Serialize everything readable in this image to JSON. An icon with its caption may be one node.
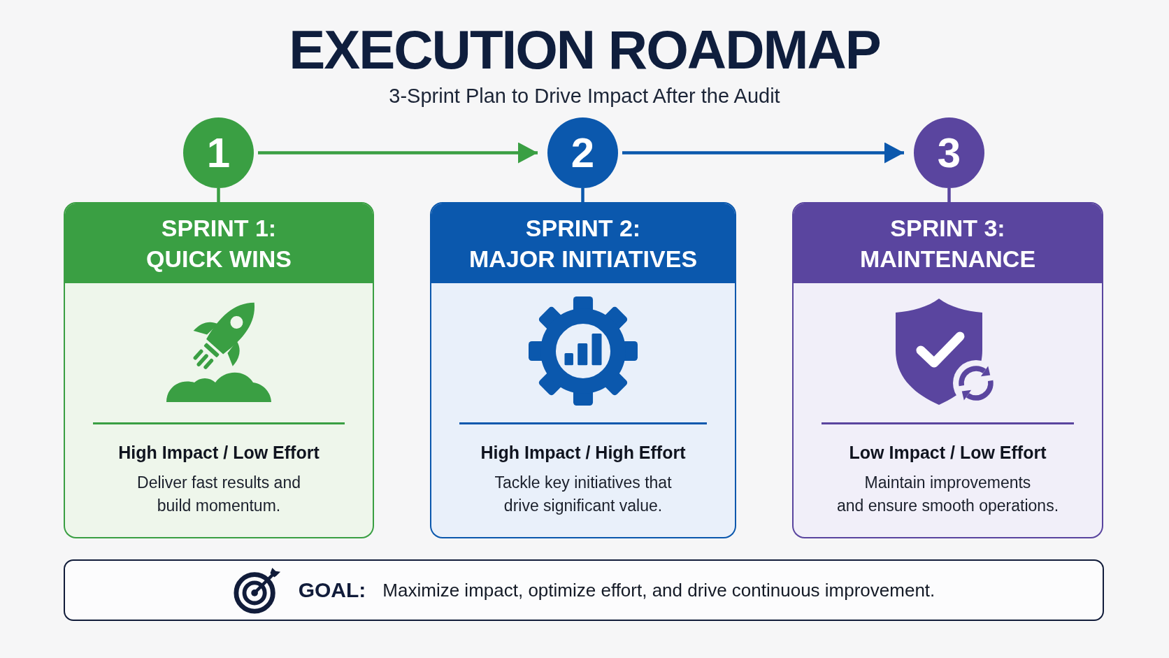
{
  "diagram": {
    "title": "EXECUTION ROADMAP",
    "nodes": [
      {
        "text": [
          "1"
        ]
      },
      {
        "text": [
          "2"
        ]
      },
      {
        "text": [
          "3"
        ]
      },
      {
        "text": [
          "SPRINT 1: QUICK WINS",
          "High Impact / Low Effort",
          "Deliver fast results and build momentum."
        ]
      },
      {
        "text": [
          "SPRINT 2: MAJOR INITIATIVES",
          "High Impact / High Effort",
          "Tackle key initiatives that drive significant value."
        ]
      },
      {
        "text": [
          "SPRINT 3: MAINTENANCE",
          "Low Impact / Low Effort",
          "Maintain improvements and ensure smooth operations."
        ]
      },
      {
        "text": [
          "GOAL:",
          "Maximize impact, optimize effort, and drive continuous improvement."
        ]
      }
    ],
    "edges": [
      {
        "from": 0,
        "to": 1,
        "arrow": "to",
        "color": "#3a9f43"
      },
      {
        "from": 1,
        "to": 2,
        "arrow": "to",
        "color": "#0b58ad"
      },
      {
        "from": 0,
        "to": 3,
        "arrow": "none",
        "color": "#3a9f43"
      },
      {
        "from": 1,
        "to": 4,
        "arrow": "none",
        "color": "#0b58ad"
      },
      {
        "from": 2,
        "to": 5,
        "arrow": "none",
        "color": "#5a459f"
      }
    ],
    "labels": [
      "3-Sprint Plan to Drive Impact After the Audit"
    ]
  }
}
